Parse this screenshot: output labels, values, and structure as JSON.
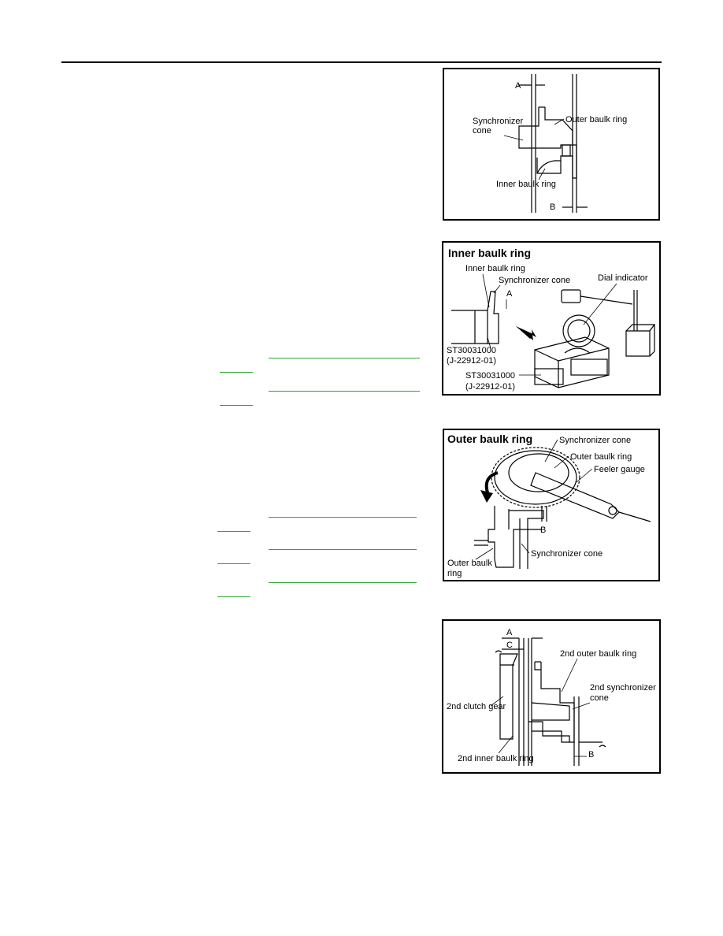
{
  "figure1": {
    "labels": {
      "a": "A",
      "b": "B",
      "synchronizer_cone": [
        "Synchronizer",
        "cone"
      ],
      "outer_baulk_ring": "Outer baulk ring",
      "inner_baulk_ring": "Inner baulk ring"
    }
  },
  "figure2": {
    "title": "Inner baulk ring",
    "labels": {
      "inner_baulk_ring": "Inner baulk ring",
      "synchronizer_cone": "Synchronizer cone",
      "a": "A",
      "dial_indicator": "Dial indicator",
      "tool_1": [
        "ST30031000",
        "(J-22912-01)"
      ],
      "tool_2": [
        "ST30031000",
        "(J-22912-01)"
      ]
    }
  },
  "figure3": {
    "title": "Outer baulk ring",
    "labels": {
      "synchronizer_cone_top": "Synchronizer cone",
      "outer_baulk_ring_top": "Outer baulk ring",
      "feeler_gauge": "Feeler gauge",
      "b": "B",
      "synchronizer_cone_bottom": "Synchronizer cone",
      "outer_baulk_ring_bottom": [
        "Outer baulk",
        "ring"
      ]
    }
  },
  "figure4": {
    "labels": {
      "a": "A",
      "c": "C",
      "outer_baulk_ring_2nd": "2nd outer baulk ring",
      "synchronizer_cone_2nd": [
        "2nd synchronizer",
        "cone"
      ],
      "clutch_gear_2nd": "2nd clutch gear",
      "inner_baulk_ring_2nd": "2nd inner baulk ring",
      "b": "B"
    }
  },
  "colors": {
    "link_green": "#2ea52e"
  }
}
